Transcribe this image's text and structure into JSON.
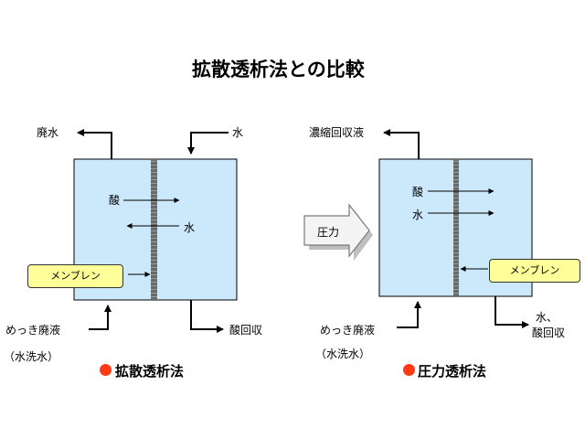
{
  "title": "拡散透析法との比較",
  "left": {
    "top_left_label": "廃水",
    "top_right_label": "水",
    "acid_label": "酸",
    "water_label": "水",
    "membrane_label": "メンブレン",
    "bottom_left_label": "めっき廃液",
    "bottom_left_sub": "（水洗水）",
    "bottom_right_label": "酸回収",
    "caption": "拡散透析法"
  },
  "arrow_label": "圧力",
  "right": {
    "top_left_label": "濃縮回収液",
    "acid_label": "酸",
    "water_label": "水",
    "membrane_label": "メンブレン",
    "bottom_left_label": "めっき廃液",
    "bottom_left_sub": "（水洗水）",
    "bottom_right_line1": "水、",
    "bottom_right_line2": "酸回収",
    "caption": "圧力透析法"
  },
  "colors": {
    "cell_fill": "#cce8fb",
    "membrane": "#555555",
    "membrane_label_fill": "#ffff99",
    "bullet": "#ff3b14"
  }
}
